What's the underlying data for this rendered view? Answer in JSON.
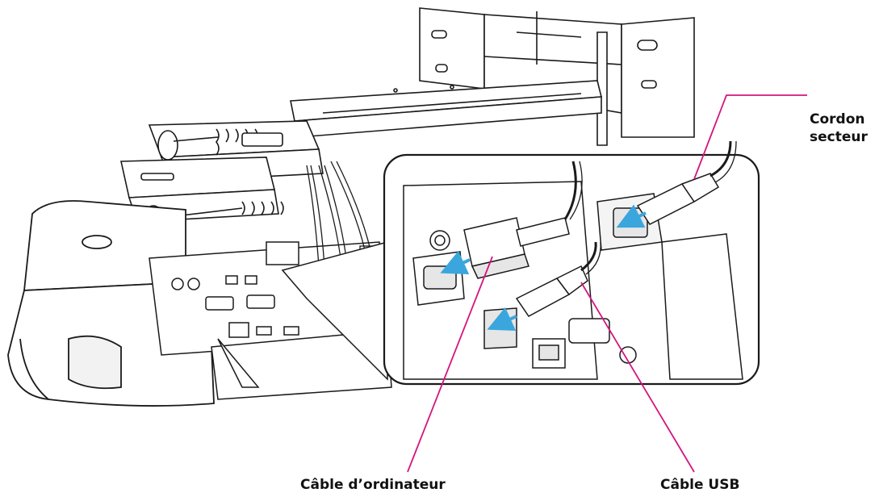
{
  "labels": {
    "power_cord_line1": "Cordon",
    "power_cord_line2": "secteur",
    "computer_cable": "Câble d’ordinateur",
    "usb_cable": "Câble USB"
  },
  "colors": {
    "leader_line": "#d4157e",
    "arrow": "#3aa6dd",
    "outline": "#1a1a1a",
    "panel_fill": "#ffffff",
    "shade": "#e6e6e6"
  }
}
